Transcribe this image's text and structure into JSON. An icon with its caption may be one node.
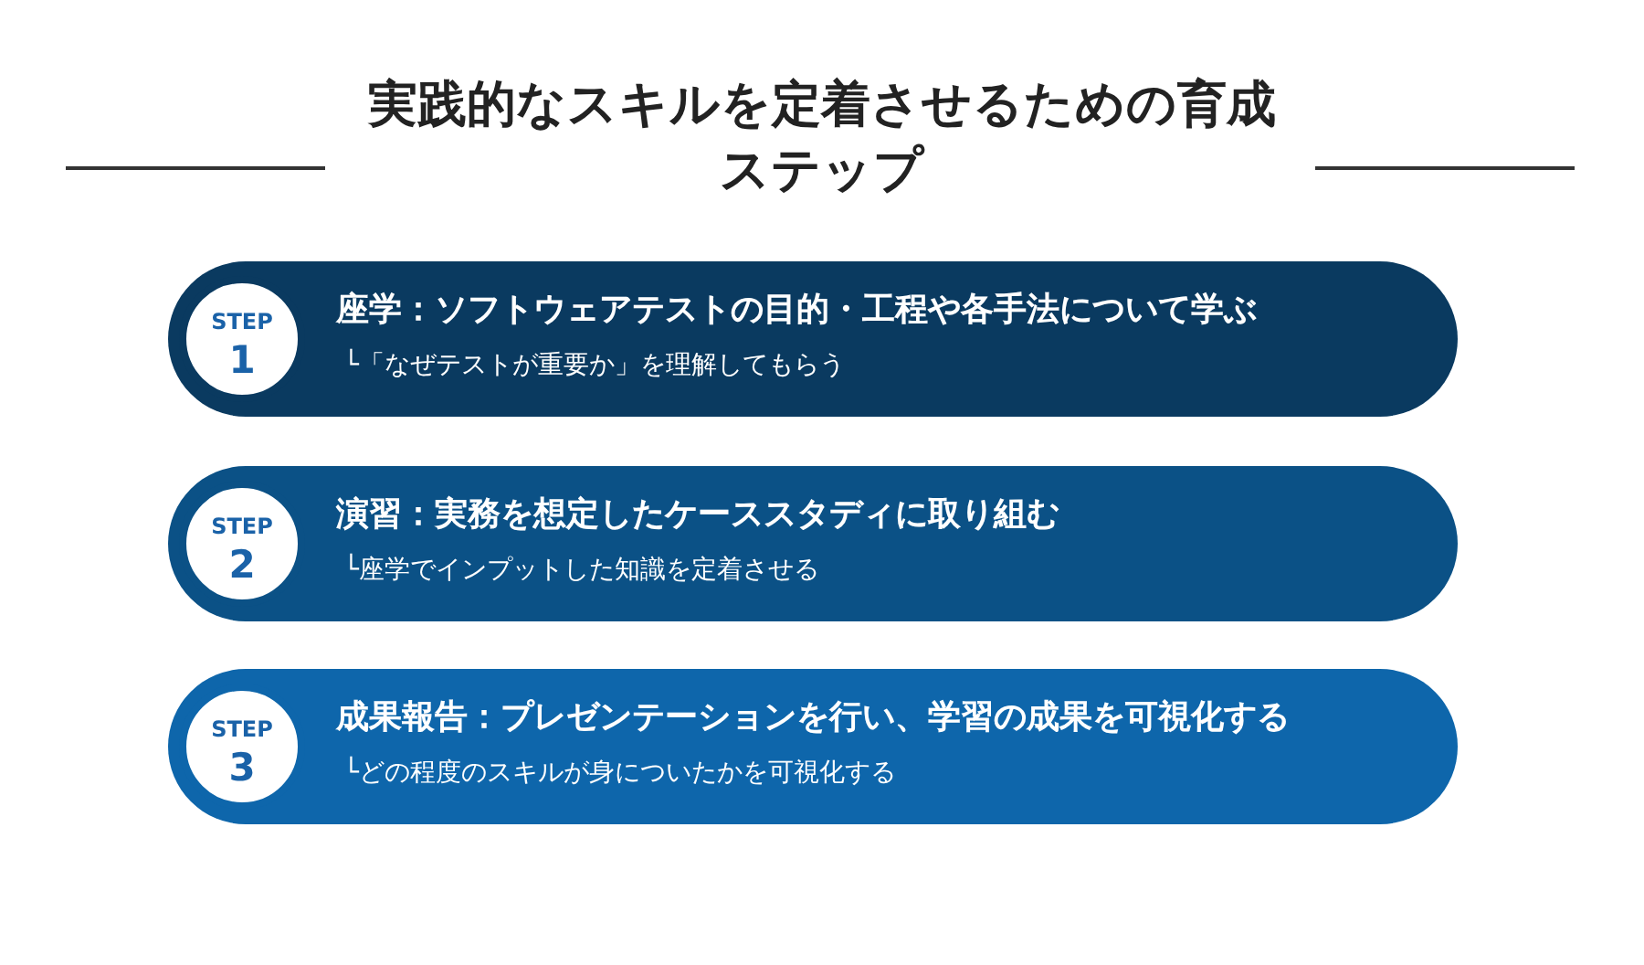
{
  "diagram": {
    "title": "実践的なスキルを定着させるための育成ステップ",
    "nodes": [
      {
        "text": [
          "座学：ソフトウェアテストの目的・工程や各手法について学ぶ",
          "└「なぜテストが重要か」を理解してもらう"
        ]
      },
      {
        "text": [
          "STEP",
          "1"
        ],
        "in": 0
      },
      {
        "text": [
          "演習：実務を想定したケーススタディに取り組む",
          "└座学でインプットした知識を定着させる"
        ]
      },
      {
        "text": [
          "STEP",
          "2"
        ],
        "in": 2
      },
      {
        "text": [
          "成果報告：プレゼンテーションを行い、学習の成果を可視化する",
          "└どの程度のスキルが身についたかを可視化する"
        ]
      },
      {
        "text": [
          "STEP",
          "3"
        ],
        "in": 4
      }
    ]
  }
}
